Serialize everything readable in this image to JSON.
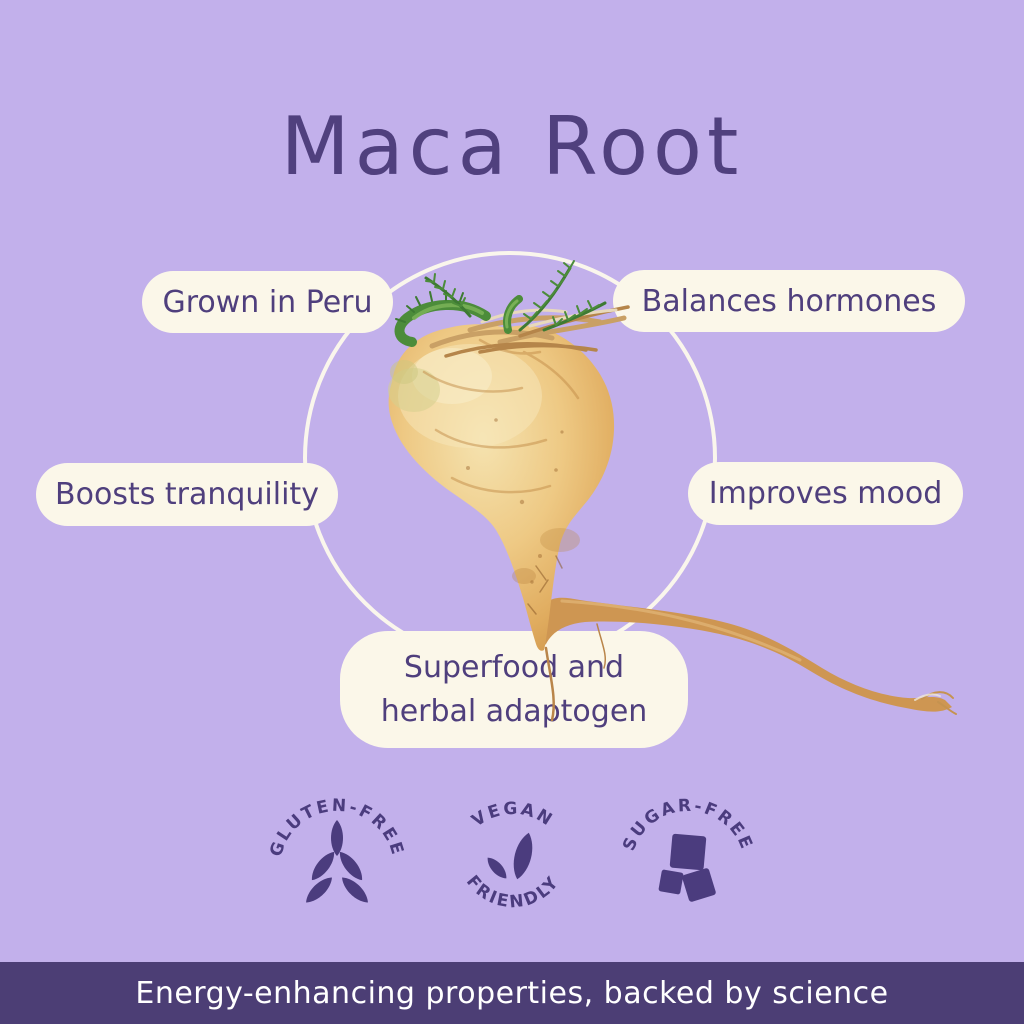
{
  "title": "Maca Root",
  "callouts": {
    "peru": "Grown in Peru",
    "hormones": "Balances hormones",
    "tranquility": "Boosts tranquility",
    "mood": "Improves mood",
    "superfood_line1": "Superfood and",
    "superfood_line2": "herbal adaptogen"
  },
  "badges": {
    "gluten_free": {
      "arc": "GLUTEN-FREE",
      "icon": "wheat-leaves-icon"
    },
    "vegan": {
      "arc_top": "VEGAN",
      "arc_bottom": "FRIENDLY",
      "icon": "sprout-leaves-icon"
    },
    "sugar_free": {
      "arc": "SUGAR-FREE",
      "icon": "sugar-cubes-icon"
    }
  },
  "footer": {
    "text": "Energy-enhancing properties, backed by science"
  },
  "colors": {
    "background": "#C2B0EB",
    "heading_text": "#50407E",
    "pill_background": "#FBF7E9",
    "pill_text": "#4F3F7D",
    "badge_purple": "#4B3C7E",
    "circle_stroke": "#FAF6EC",
    "footer_background": "#4C3E75",
    "footer_text": "#FFFFFF",
    "root_tan": "#E0AC5F",
    "root_greens": "#4C8C3A"
  }
}
